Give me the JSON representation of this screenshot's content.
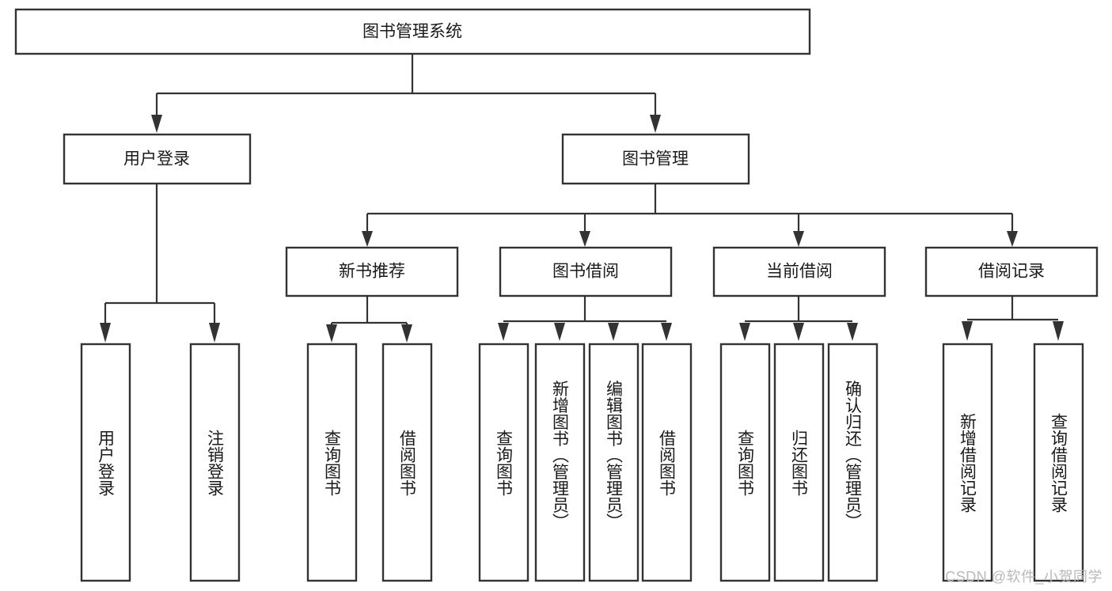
{
  "diagram": {
    "type": "tree",
    "title": "图书管理系统",
    "orientation": "top-down",
    "watermark": "CSDN @软件_小贺同学",
    "nodes": {
      "root": {
        "label": "图书管理系统",
        "level": 1
      },
      "l2": [
        {
          "id": "user-login",
          "label": "用户登录",
          "level": 2
        },
        {
          "id": "book-manage",
          "label": "图书管理",
          "level": 2
        }
      ],
      "l3": [
        {
          "id": "new-book-rec",
          "label": "新书推荐",
          "level": 3,
          "parent": "book-manage"
        },
        {
          "id": "book-borrow",
          "label": "图书借阅",
          "level": 3,
          "parent": "book-manage"
        },
        {
          "id": "current-borrow",
          "label": "当前借阅",
          "level": 3,
          "parent": "book-manage"
        },
        {
          "id": "borrow-record",
          "label": "借阅记录",
          "level": 3,
          "parent": "book-manage"
        }
      ],
      "leaves": [
        {
          "id": "leaf-user-login",
          "label": "用户登录",
          "parent": "user-login"
        },
        {
          "id": "leaf-logout",
          "label": "注销登录",
          "parent": "user-login"
        },
        {
          "id": "leaf-query-book-1",
          "label": "查询图书",
          "parent": "new-book-rec"
        },
        {
          "id": "leaf-borrow-book-1",
          "label": "借阅图书",
          "parent": "new-book-rec"
        },
        {
          "id": "leaf-query-book-2",
          "label": "查询图书",
          "parent": "book-borrow"
        },
        {
          "id": "leaf-add-book",
          "label": "新增图书（管理员）",
          "parent": "book-borrow"
        },
        {
          "id": "leaf-edit-book",
          "label": "编辑图书（管理员）",
          "parent": "book-borrow"
        },
        {
          "id": "leaf-borrow-book-2",
          "label": "借阅图书",
          "parent": "book-borrow"
        },
        {
          "id": "leaf-query-book-3",
          "label": "查询图书",
          "parent": "current-borrow"
        },
        {
          "id": "leaf-return-book",
          "label": "归还图书",
          "parent": "current-borrow"
        },
        {
          "id": "leaf-confirm-return",
          "label": "确认归还（管理员）",
          "parent": "current-borrow"
        },
        {
          "id": "leaf-add-record",
          "label": "新增借阅记录",
          "parent": "borrow-record"
        },
        {
          "id": "leaf-query-record",
          "label": "查询借阅记录",
          "parent": "borrow-record"
        }
      ]
    },
    "colors": {
      "box_stroke": "#333333",
      "box_fill": "#ffffff",
      "text": "#1a1a1a",
      "background": "#ffffff",
      "watermark": "#b9b9b9"
    }
  }
}
